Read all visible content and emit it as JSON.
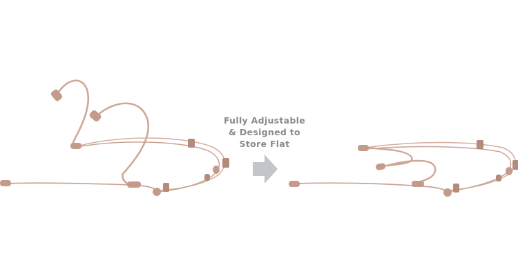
{
  "caption": {
    "line1": "Fully Adjustable",
    "line2": "& Designed to",
    "line3": "Store Flat"
  },
  "icons": {
    "arrow": "right-arrow-icon"
  },
  "colors": {
    "background": "#ffffff",
    "caption_text": "#8a8a8a",
    "arrow_fill": "#c2c5c9",
    "headset_wire": "#caa393",
    "headset_parts": "#c49b8a"
  }
}
